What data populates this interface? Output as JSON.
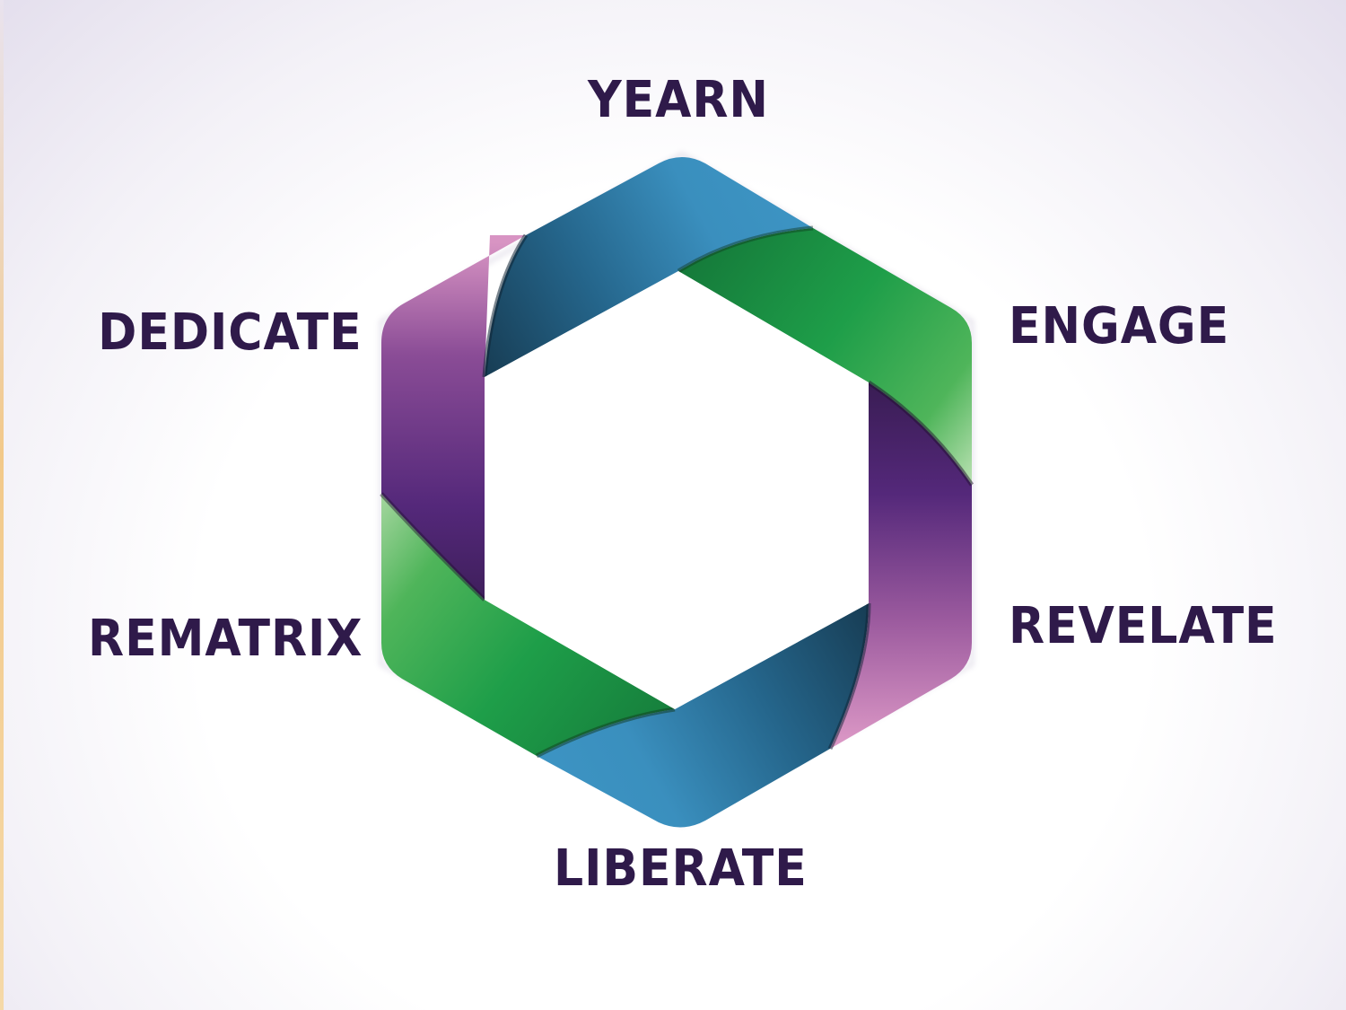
{
  "diagram": {
    "stages": [
      {
        "label": "YEARN",
        "position": "top"
      },
      {
        "label": "ENGAGE",
        "position": "upper-right"
      },
      {
        "label": "REVELATE",
        "position": "lower-right"
      },
      {
        "label": "LIBERATE",
        "position": "bottom"
      },
      {
        "label": "REMATRIX",
        "position": "lower-left"
      },
      {
        "label": "DEDICATE",
        "position": "upper-left"
      }
    ],
    "colors": {
      "label_text": "#2f1a4a",
      "blue": "#3a8fbe",
      "blue_dark": "#1d4a66",
      "green": "#1e9e49",
      "green_light": "#a9d9a2",
      "purple": "#5a2a7a",
      "pink": "#d38fbf"
    }
  }
}
